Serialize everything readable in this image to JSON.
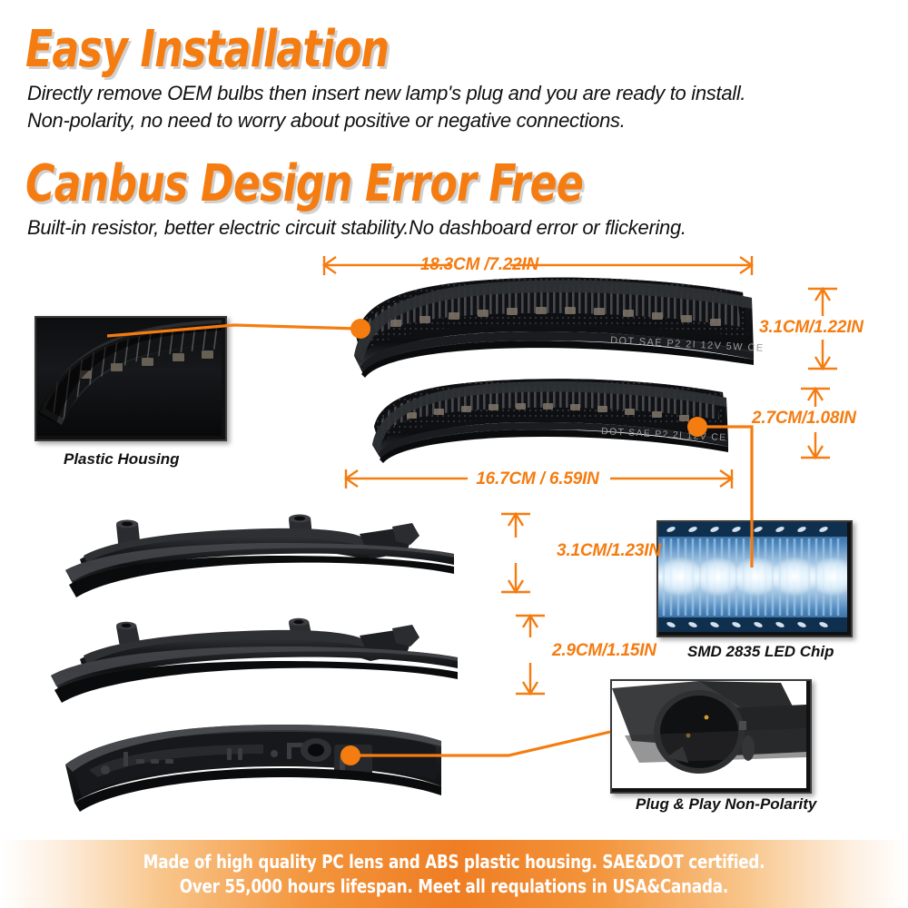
{
  "headings": {
    "h1": "Easy Installation",
    "h1_sub_line1": "Directly remove OEM bulbs then insert new lamp's plug and you are ready to install.",
    "h1_sub_line2": "Non-polarity, no need to worry about positive or negative connections.",
    "h2": "Canbus Design Error Free",
    "h2_sub_line1": "Built-in resistor, better electric circuit stability.No dashboard error or flickering."
  },
  "dimensions": {
    "lamp1_width": "18.3CM /7.22IN",
    "lamp2_width": "16.7CM / 6.59IN",
    "lamp1_height": "3.1CM/1.22IN",
    "lamp2_height": "2.7CM/1.08IN",
    "housing1_height": "3.1CM/1.23IN",
    "housing2_height": "2.9CM/1.15IN"
  },
  "callouts": {
    "plastic_housing": "Plastic Housing",
    "led_chip": "SMD 2835 LED Chip",
    "plug_play": "Plug & Play Non-Polarity"
  },
  "lens_marking": "DOT SAE P2 2I 12V 5W CE",
  "banner": {
    "line1": "Made of high quality PC lens and ABS plastic housing. SAE&DOT certified.",
    "line2": "Over 55,000 hours lifespan. Meet all requlations in USA&Canada."
  },
  "colors": {
    "accent_orange": "#F57C10",
    "banner_orange": "#EF7D23",
    "lamp_black": "#17181a",
    "led_blue": "#3f7fbf"
  }
}
